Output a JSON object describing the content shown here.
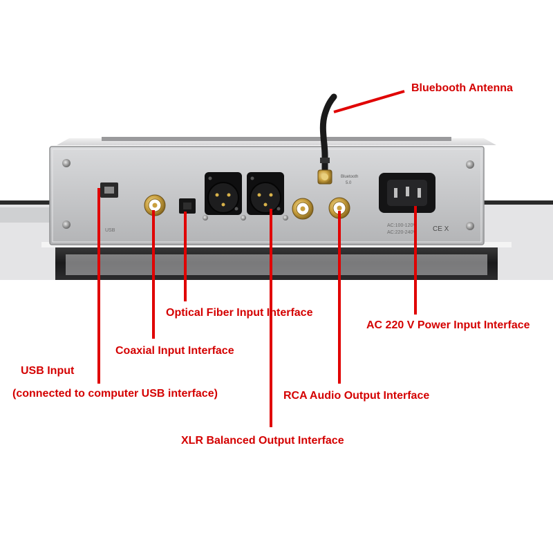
{
  "labels": {
    "bluetooth": "Bluebooth Antenna",
    "optical": "Optical Fiber Input Interface",
    "ac_power": "AC 220 V Power Input Interface",
    "coaxial": "Coaxial Input Interface",
    "usb_line1": "USB Input",
    "usb_line2": "(connected to computer USB interface)",
    "rca": "RCA Audio Output Interface",
    "xlr": "XLR Balanced Output Interface"
  },
  "panel_markings": {
    "usb": "USB",
    "bluetooth": "Bluetooth",
    "bluetooth_sub": "5.0",
    "voltage_1": "AC:100-120V",
    "voltage_2": "AC:220-240V",
    "cert": "CE X"
  },
  "colors": {
    "label_red": "#d40000",
    "leader_red": "#e00000",
    "panel_silver": "#c9cacc",
    "background": "#ffffff"
  }
}
